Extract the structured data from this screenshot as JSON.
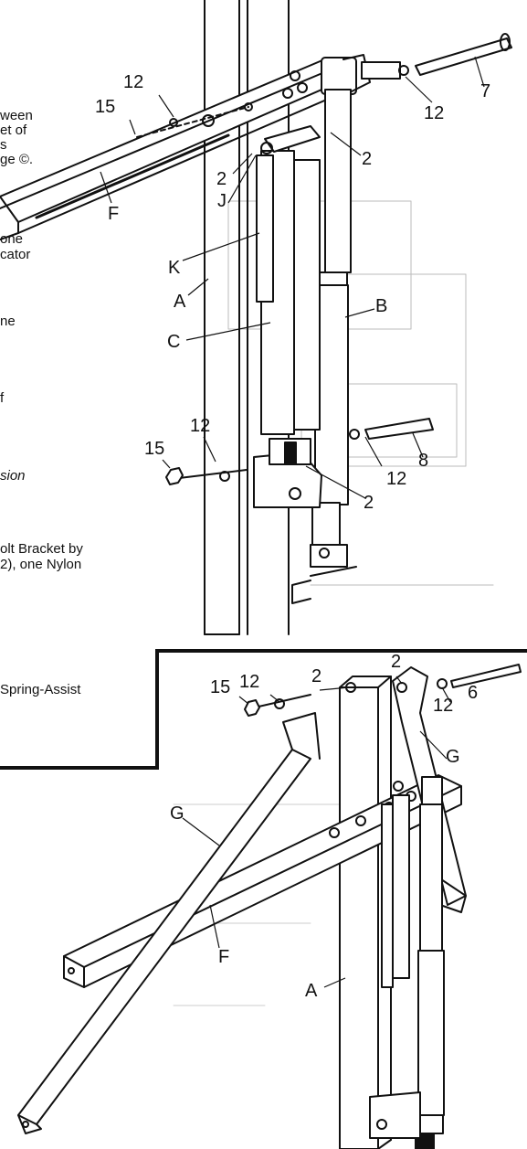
{
  "text_fragments": [
    "ween",
    "et of",
    "s",
    "ge ©.",
    "one",
    "cator",
    "ne",
    "f",
    "sion",
    "olt Bracket by",
    "2), one Nylon",
    "Spring-Assist"
  ],
  "labels_top": [
    "12",
    "15",
    "7",
    "12",
    "2",
    "2",
    "J",
    "F",
    "K",
    "A",
    "C",
    "B",
    "12",
    "15",
    "8",
    "12",
    "2"
  ],
  "labels_bottom": [
    "2",
    "2",
    "15",
    "12",
    "12",
    "6",
    "G",
    "G",
    "F",
    "A"
  ]
}
